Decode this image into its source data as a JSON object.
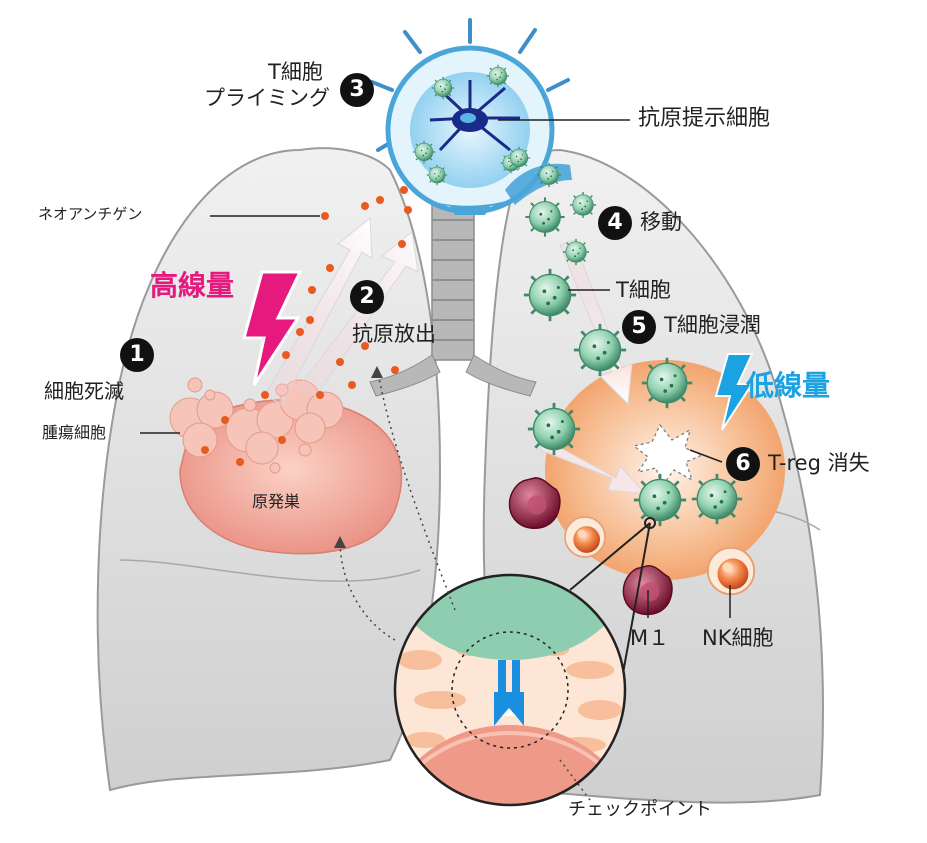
{
  "labels": {
    "t_priming_line1": "T細胞",
    "t_priming_line2": "プライミング",
    "apc": "抗原提示細胞",
    "neoantigen": "ネオアンチゲン",
    "high_dose": "高線量",
    "antigen_release": "抗原放出",
    "cell_death": "細胞死滅",
    "tumor_cell": "腫瘍細胞",
    "primary_lesion": "原発巣",
    "migration": "移動",
    "t_cell": "T細胞",
    "t_infiltration": "T細胞浸潤",
    "low_dose": "低線量",
    "treg_loss": "T-reg 消失",
    "m1": "M１",
    "nk_cell": "NK細胞",
    "checkpoint": "チェックポイント"
  },
  "steps": {
    "s1": "1",
    "s2": "2",
    "s3": "3",
    "s4": "4",
    "s5": "5",
    "s6": "6"
  },
  "colors": {
    "high_dose": "#e5197e",
    "low_dose": "#1aa3e0",
    "t_cell": "#7cc7a0",
    "apc": "#5bb6e6",
    "tumor": "#f2a89a",
    "m1": "#8a1538",
    "nk": "#e8612c",
    "antigen": "#e85a1e",
    "checkpoint": "#1a8fe0"
  },
  "icons": [
    "lightning-bolt-icon",
    "lungs-illustration",
    "dendritic-cell-icon",
    "t-cell-icon",
    "m1-macrophage-icon",
    "nk-cell-icon",
    "checkpoint-receptor-icon"
  ]
}
